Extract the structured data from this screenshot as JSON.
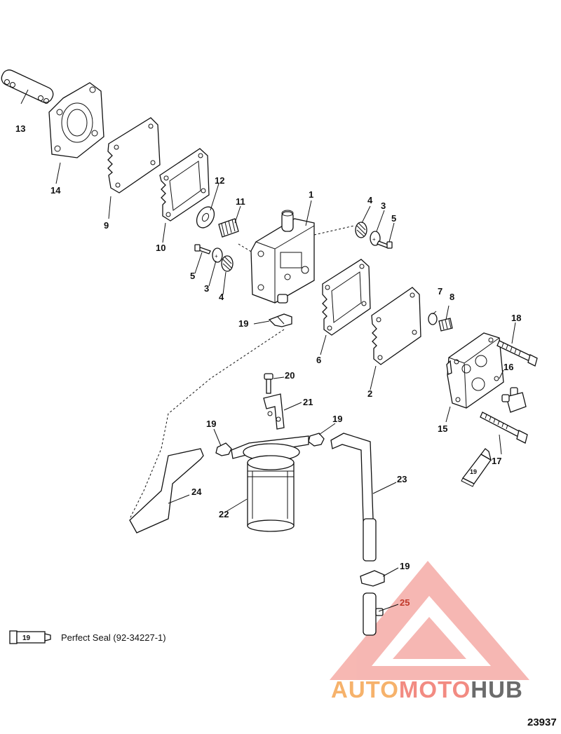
{
  "callouts": {
    "c1": "1",
    "c2": "2",
    "c3a": "3",
    "c3b": "3",
    "c4a": "4",
    "c4b": "4",
    "c5a": "5",
    "c5b": "5",
    "c6": "6",
    "c7": "7",
    "c8": "8",
    "c9": "9",
    "c10": "10",
    "c11": "11",
    "c12": "12",
    "c13": "13",
    "c14": "14",
    "c15": "15",
    "c16": "16",
    "c17": "17",
    "c18": "18",
    "c19a": "19",
    "c19b": "19",
    "c19c": "19",
    "c19d": "19",
    "c20": "20",
    "c21": "21",
    "c22": "22",
    "c23": "23",
    "c24": "24",
    "c25": "25"
  },
  "sealant_tube_label": "19",
  "legend": {
    "tube_label": "19",
    "text": "Perfect Seal (92-34227-1)"
  },
  "figure_id": "23937",
  "watermark": {
    "part1": "AUTO",
    "part2": "MOTO",
    "part3": "HUB",
    "triangle_color": "#f4a09a"
  }
}
